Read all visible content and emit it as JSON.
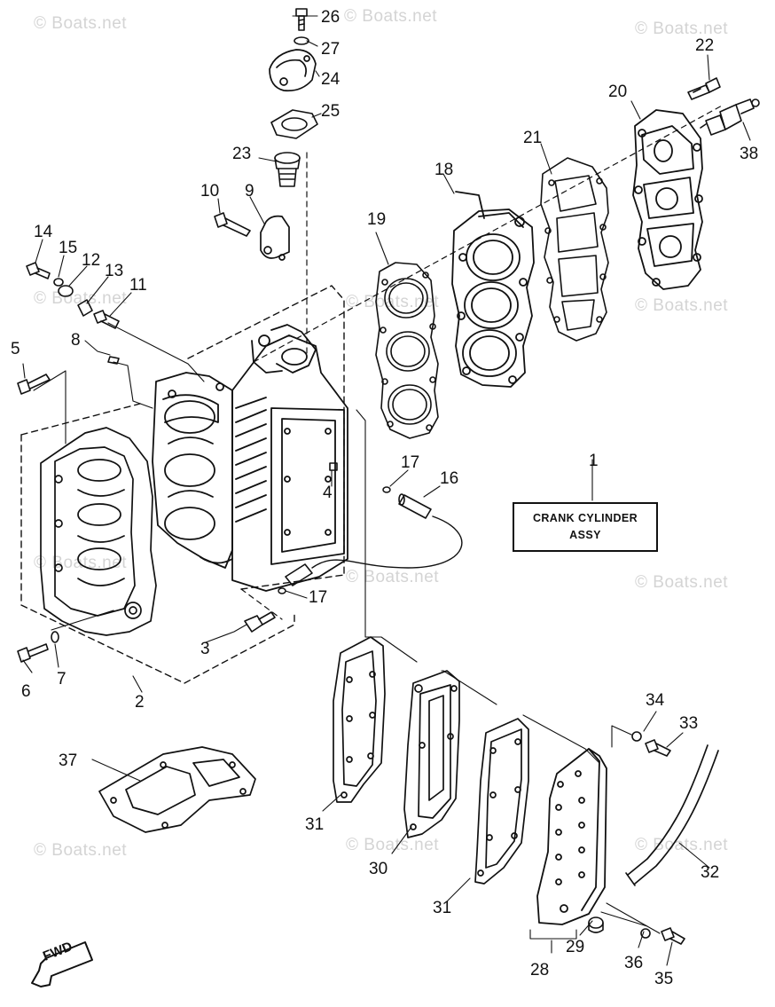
{
  "title": {
    "line1": "CRANK CYLINDER",
    "line2": "ASSY"
  },
  "fwd_label": "FWD",
  "watermark": "© Boats.net",
  "callouts": {
    "c1": "1",
    "c2": "2",
    "c3": "3",
    "c4": "4",
    "c5": "5",
    "c6": "6",
    "c7": "7",
    "c8": "8",
    "c9": "9",
    "c10": "10",
    "c11": "11",
    "c12": "12",
    "c13": "13",
    "c14": "14",
    "c15": "15",
    "c16": "16",
    "c17a": "17",
    "c17b": "17",
    "c18": "18",
    "c19": "19",
    "c20": "20",
    "c21": "21",
    "c22": "22",
    "c23": "23",
    "c24": "24",
    "c25": "25",
    "c26": "26",
    "c27": "27",
    "c28": "28",
    "c29": "29",
    "c30": "30",
    "c31a": "31",
    "c31b": "31",
    "c32": "32",
    "c33": "33",
    "c34": "34",
    "c35": "35",
    "c36": "36",
    "c37": "37",
    "c38": "38"
  }
}
